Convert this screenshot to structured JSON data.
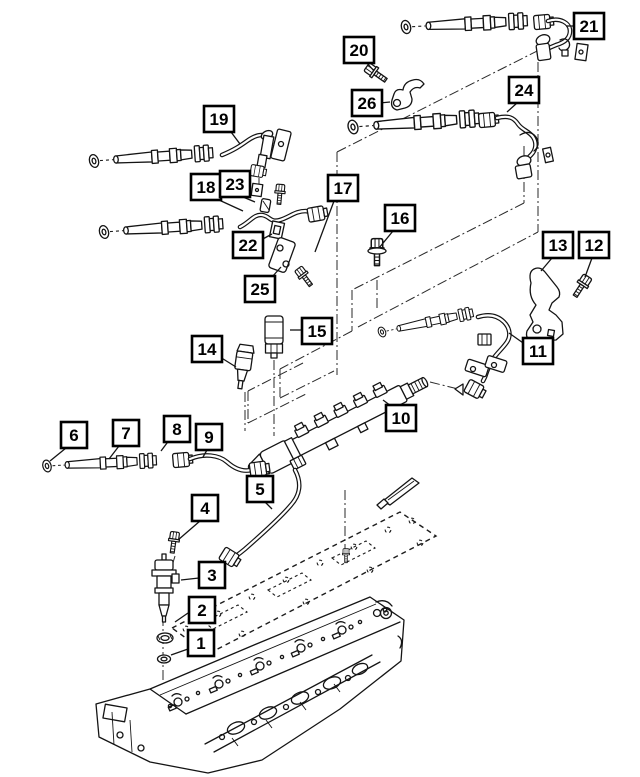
{
  "diagram": {
    "kind": "exploded-parts-diagram",
    "background_color": "#ffffff",
    "line_color": "#141414",
    "callout_box": {
      "fill": "#ffffff",
      "border": "#000000"
    },
    "callouts": [
      {
        "label": "1"
      },
      {
        "label": "2"
      },
      {
        "label": "3"
      },
      {
        "label": "4"
      },
      {
        "label": "5"
      },
      {
        "label": "6"
      },
      {
        "label": "7"
      },
      {
        "label": "8"
      },
      {
        "label": "9"
      },
      {
        "label": "10"
      },
      {
        "label": "11"
      },
      {
        "label": "12"
      },
      {
        "label": "13"
      },
      {
        "label": "14"
      },
      {
        "label": "15"
      },
      {
        "label": "16"
      },
      {
        "label": "17"
      },
      {
        "label": "18"
      },
      {
        "label": "19"
      },
      {
        "label": "20"
      },
      {
        "label": "21"
      },
      {
        "label": "22"
      },
      {
        "label": "23"
      },
      {
        "label": "24"
      },
      {
        "label": "25"
      },
      {
        "label": "26"
      }
    ]
  }
}
